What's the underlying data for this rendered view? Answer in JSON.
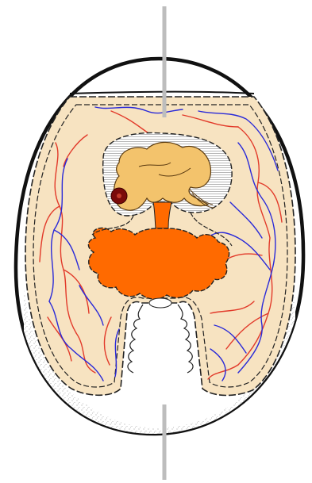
{
  "colors": {
    "background": "#ffffff",
    "shell_outline": "#111111",
    "air_space": "#ffffff",
    "albumen_cream": "#f7e3c1",
    "yolk_orange": "#ff6a00",
    "embryo_tan": "#f3c36c",
    "eye_dark_red": "#7a0a0a",
    "blood_vessel_red": "#e23a2a",
    "blood_vessel_blue": "#2a2ad8",
    "stipple_gray": "#9a9a9a",
    "indicator_line": "#bdbdbd",
    "membrane_dashed": "#222222"
  },
  "parts": [
    {
      "name": "shell",
      "description_visible": false
    },
    {
      "name": "air-cell",
      "description_visible": false
    },
    {
      "name": "amnion",
      "description_visible": false
    },
    {
      "name": "embryo",
      "description_visible": false
    },
    {
      "name": "yolk-sac",
      "description_visible": false
    },
    {
      "name": "albumen-sac",
      "description_visible": false
    },
    {
      "name": "chorioallantois",
      "description_visible": false
    }
  ],
  "icons": {
    "top_pointer": "pointer-line-top-icon",
    "bottom_pointer": "pointer-line-bottom-icon"
  }
}
